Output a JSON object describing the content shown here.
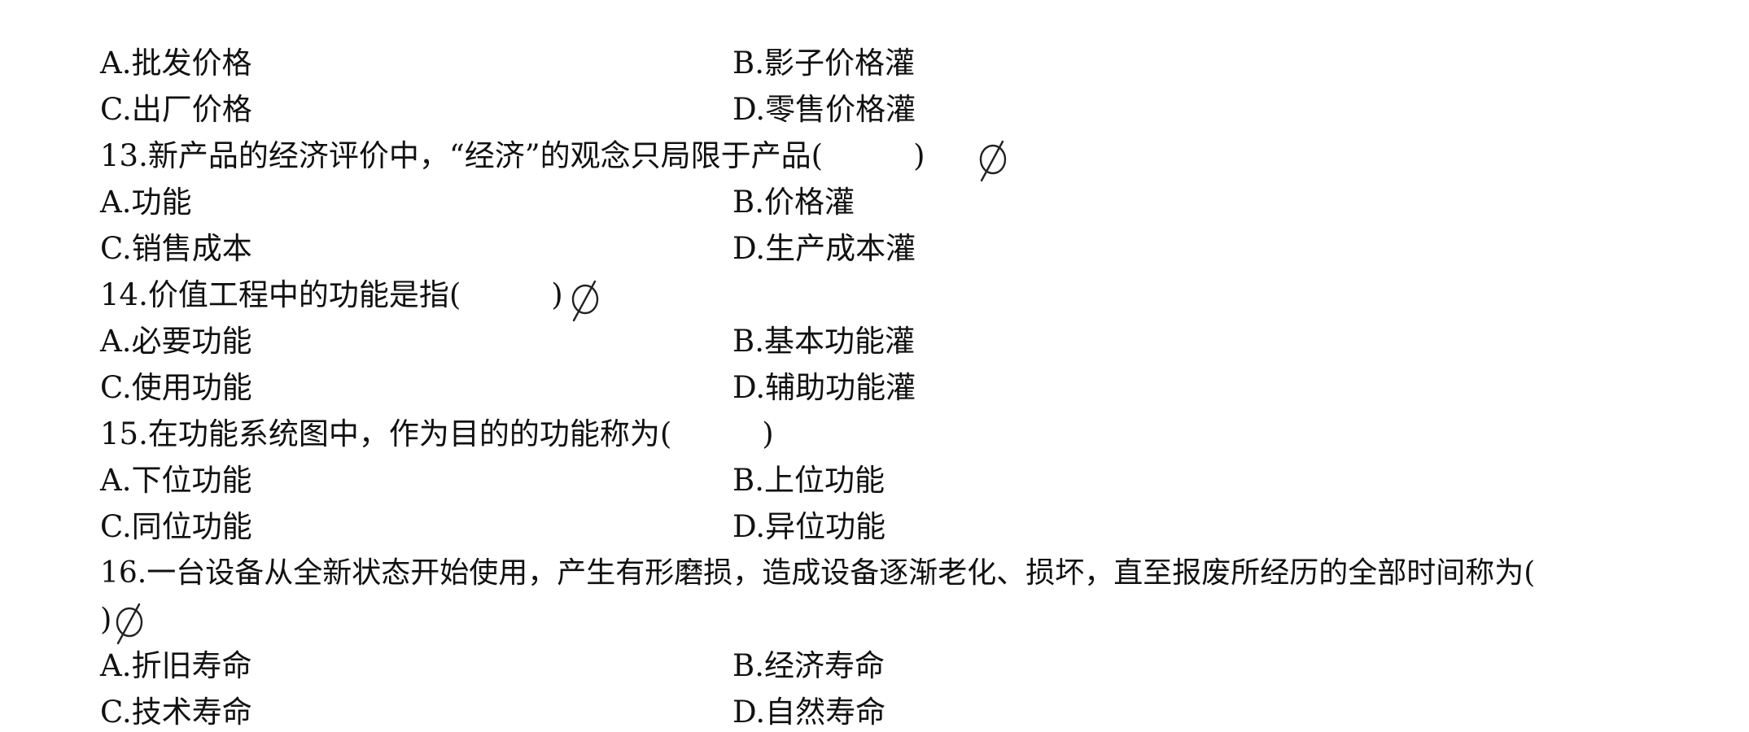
{
  "q12": {
    "option_a": "A.批发价格",
    "option_b": "B.影子价格灌",
    "option_c": "C.出厂价格",
    "option_d": "D.零售价格灌"
  },
  "q13": {
    "question": "13.新产品的经济评价中，“经济”的观念只局限于产品(　　　)",
    "option_a": "A.功能",
    "option_b": "B.价格灌",
    "option_c": "C.销售成本",
    "option_d": "D.生产成本灌"
  },
  "q14": {
    "question": "14.价值工程中的功能是指(　　　)",
    "option_a": "A.必要功能",
    "option_b": "B.基本功能灌",
    "option_c": "C.使用功能",
    "option_d": "D.辅助功能灌"
  },
  "q15": {
    "question": "15.在功能系统图中，作为目的的功能称为(　　　)",
    "option_a": "A.下位功能",
    "option_b": "B.上位功能",
    "option_c": "C.同位功能",
    "option_d": "D.异位功能"
  },
  "q16": {
    "question_line1": "16.一台设备从全新状态开始使用，产生有形磨损，造成设备逐渐老化、损坏，直至报废所经历的全部时间称为(",
    "question_line2": ")",
    "option_a": "A.折旧寿命",
    "option_b": "B.经济寿命",
    "option_c": "C.技术寿命",
    "option_d": "D.自然寿命"
  },
  "handwritten_marks": [
    "slashed-circle-mark",
    "slashed-circle-mark",
    "slashed-circle-mark"
  ]
}
